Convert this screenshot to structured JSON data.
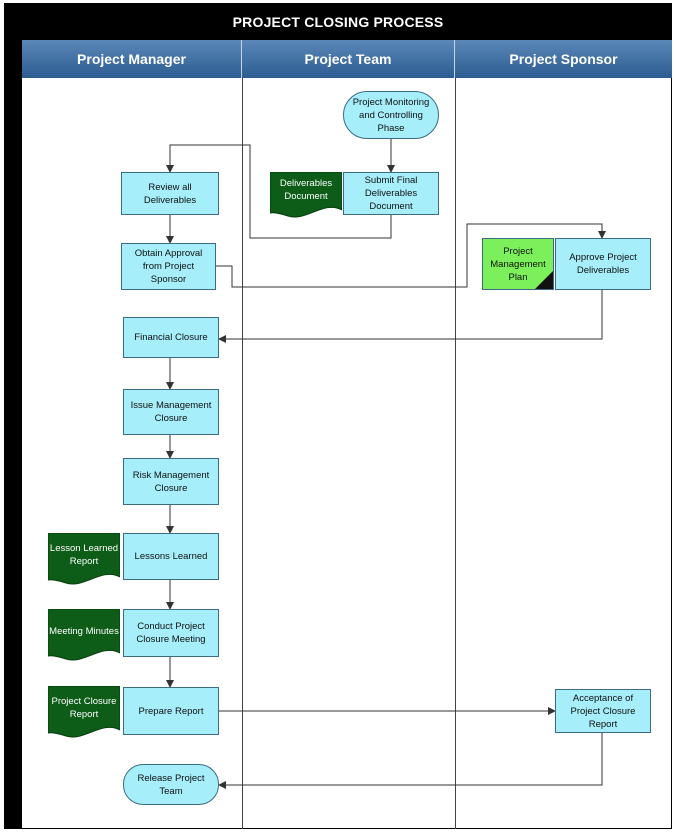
{
  "title": "PROJECT CLOSING PROCESS",
  "lanes": [
    "Project Manager",
    "Project Team",
    "Project Sponsor"
  ],
  "nodes": {
    "monitoring": "Project Monitoring and Controlling Phase",
    "submit_final": "Submit Final Deliverables Document",
    "review_all": "Review all Deliverables",
    "obtain_approval": "Obtain Approval from Project Sponsor",
    "approve_deliverables": "Approve Project Deliverables",
    "financial_closure": "Financial Closure",
    "issue_closure": "Issue Management Closure",
    "risk_closure": "Risk Management Closure",
    "lessons_learned": "Lessons Learned",
    "conduct_meeting": "Conduct Project Closure Meeting",
    "prepare_report": "Prepare Report",
    "acceptance": "Acceptance of Project Closure Report",
    "release_team": "Release Project Team"
  },
  "documents": {
    "deliverables_doc": "Deliverables Document",
    "management_plan": "Project Management Plan",
    "lesson_report": "Lesson Learned Report",
    "meeting_minutes": "Meeting Minutes",
    "closure_report": "Project Closure Report"
  },
  "colors": {
    "process_fill": "#a6eef9",
    "document_fill": "#0d5c17",
    "plan_fill": "#7cf05a",
    "lane_header": "#3b6ea5"
  }
}
